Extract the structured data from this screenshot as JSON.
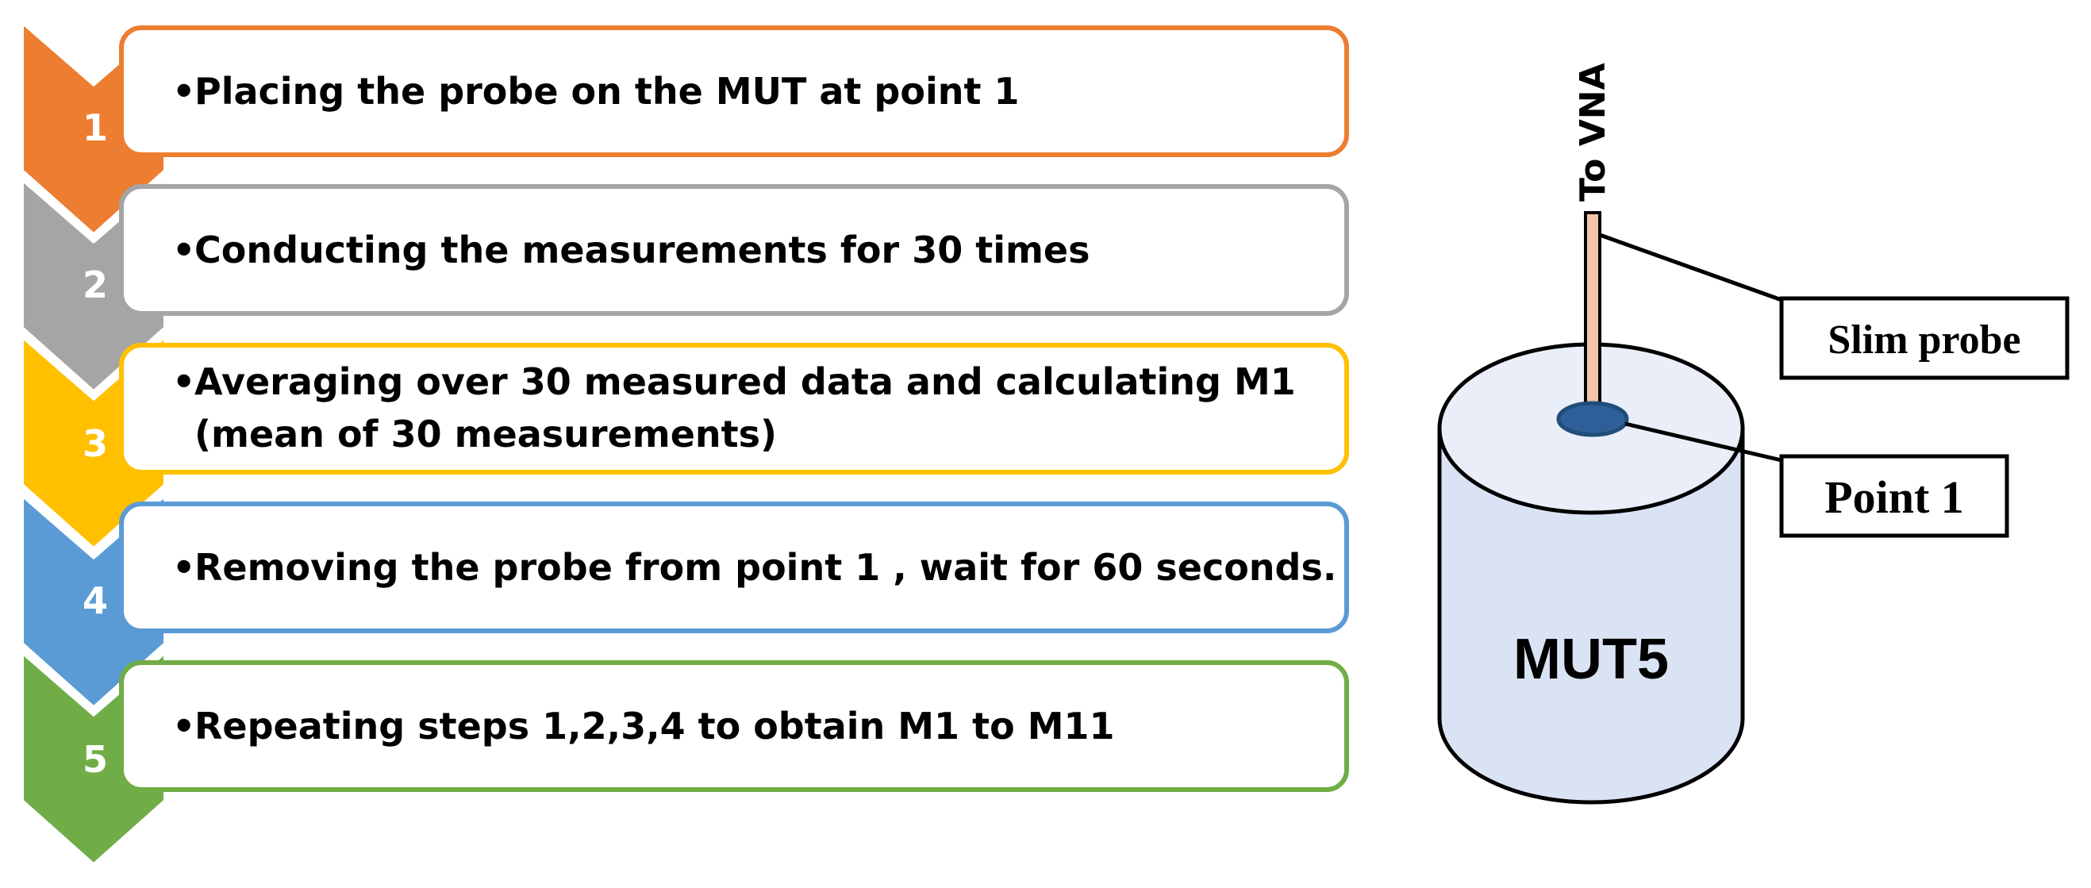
{
  "steps": [
    {
      "number": "1",
      "text": "Placing the probe on the MUT at point 1",
      "color": "#ED7D31"
    },
    {
      "number": "2",
      "text": "Conducting the measurements for 30 times",
      "color": "#A5A5A5"
    },
    {
      "number": "3",
      "text": "Averaging over 30 measured data and calculating M1",
      "text_line2": "(mean of 30 measurements)",
      "color": "#FFC000"
    },
    {
      "number": "4",
      "text": "Removing the probe from point 1 , wait for 60 seconds.",
      "color": "#5B9BD5"
    },
    {
      "number": "5",
      "text": "Repeating steps 1,2,3,4 to obtain M1 to M11",
      "color": "#70AD47"
    }
  ],
  "bullet": "•",
  "illustration": {
    "cable_label": "To VNA",
    "cylinder_label": "MUT5",
    "probe_callout": "Slim probe",
    "point_callout": "Point 1",
    "colors": {
      "cylinder_fill": "#DAE3F3",
      "cylinder_top": "#E9EEF8",
      "probe": "#F4C4A8",
      "point": "#2E5F99"
    }
  }
}
